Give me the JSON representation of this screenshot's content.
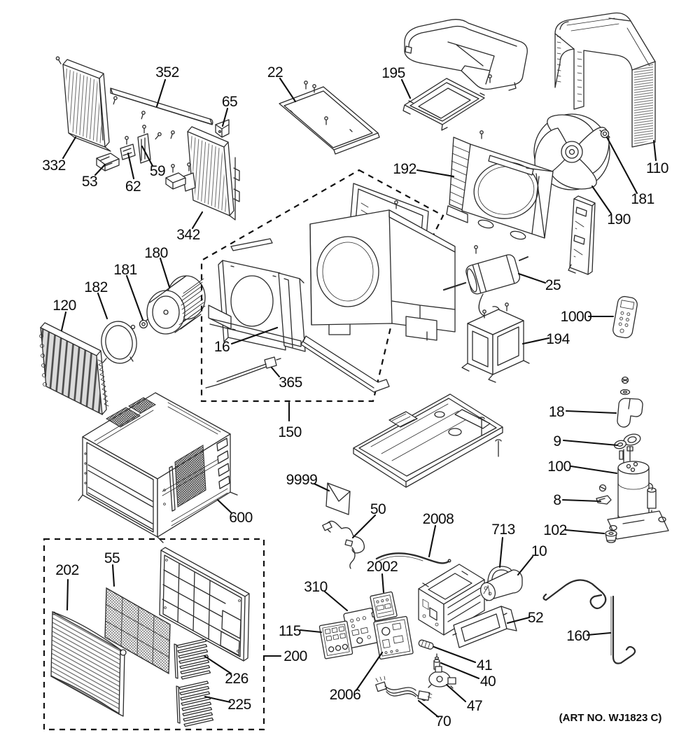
{
  "art_no": "(ART NO. WJ1823 C)",
  "labels": {
    "l352": "352",
    "l65": "65",
    "l332": "332",
    "l53": "53",
    "l62": "62",
    "l59": "59",
    "l342": "342",
    "l22": "22",
    "l195": "195",
    "l192": "192",
    "l110": "110",
    "l181a": "181",
    "l190": "190",
    "l180": "180",
    "l181b": "181",
    "l182": "182",
    "l120": "120",
    "l16": "16",
    "l365": "365",
    "l150": "150",
    "l25": "25",
    "l1000": "1000",
    "l194": "194",
    "l18": "18",
    "l9": "9",
    "l100": "100",
    "l8": "8",
    "l102": "102",
    "l600": "600",
    "l9999": "9999",
    "l50": "50",
    "l2008": "2008",
    "l713": "713",
    "l10": "10",
    "l2002": "2002",
    "l310": "310",
    "l115": "115",
    "l200": "200",
    "l52": "52",
    "l41": "41",
    "l40": "40",
    "l47": "47",
    "l2006": "2006",
    "l70": "70",
    "l226": "226",
    "l225": "225",
    "l202": "202",
    "l55": "55",
    "l160": "160"
  }
}
